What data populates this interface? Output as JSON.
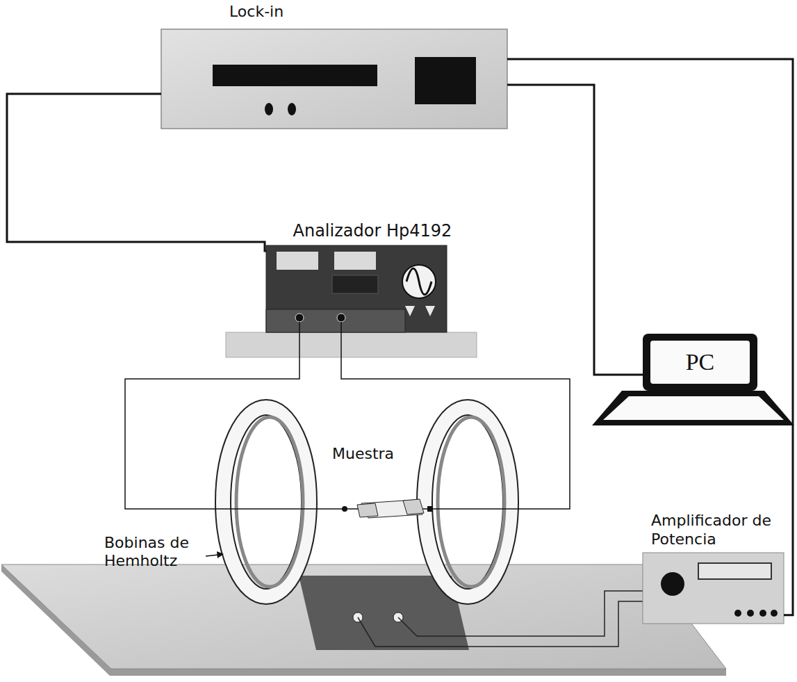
{
  "diagram": {
    "nodes": [
      {
        "text": [
          "Lock-in"
        ]
      },
      {
        "text": [
          "Analizador Hp4192"
        ]
      },
      {
        "text": [
          "PC"
        ]
      },
      {
        "text": [
          "Amplificador de Potencia"
        ]
      }
    ],
    "edges": [
      {
        "from": 0,
        "to": 1,
        "arrow": "none"
      },
      {
        "from": 0,
        "to": 2,
        "arrow": "none"
      },
      {
        "from": 0,
        "to": 3,
        "arrow": "none"
      }
    ],
    "labels": [
      "Muestra",
      "Bobinas de Hemholtz"
    ]
  }
}
